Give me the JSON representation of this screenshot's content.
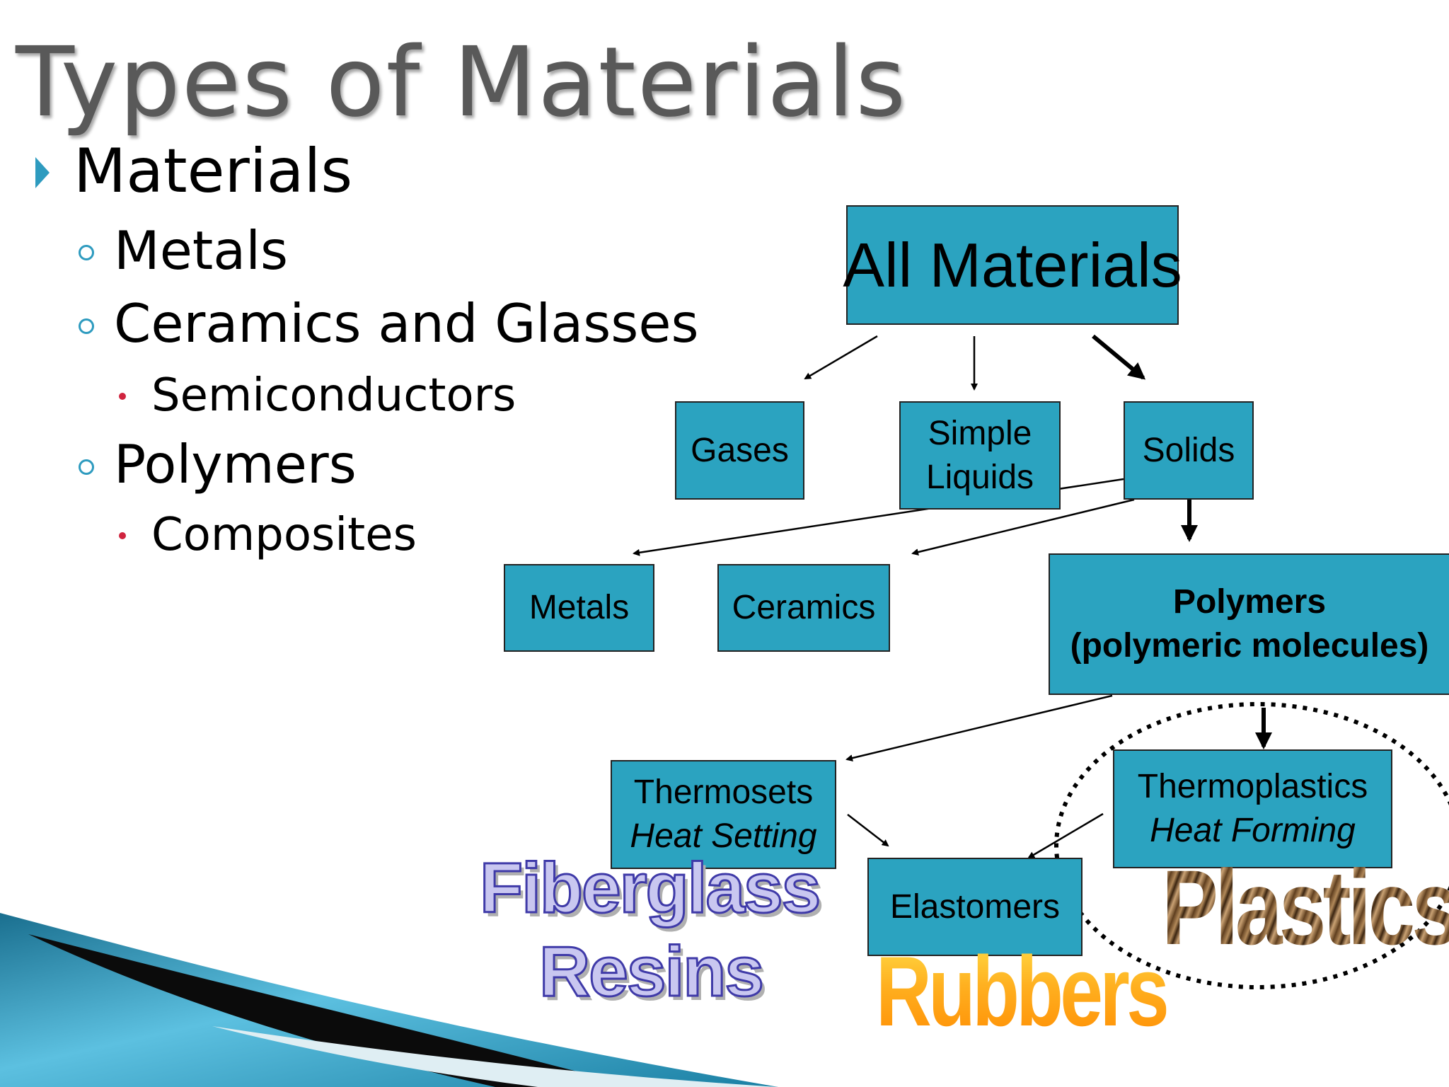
{
  "slide": {
    "title": "Types of Materials",
    "bullets": {
      "materials": "Materials",
      "metals": "Metals",
      "ceramics_glasses": "Ceramics and Glasses",
      "semiconductors": "Semiconductors",
      "polymers": "Polymers",
      "composites": "Composites"
    }
  },
  "diagram": {
    "all_materials": "All Materials",
    "gases": "Gases",
    "simple_liquids_1": "Simple",
    "simple_liquids_2": "Liquids",
    "solids": "Solids",
    "metals": "Metals",
    "ceramics": "Ceramics",
    "polymers_1": "Polymers",
    "polymers_2": "(polymeric molecules)",
    "thermosets_1": "Thermosets",
    "thermosets_2": "Heat Setting",
    "thermoplastics_1": "Thermoplastics",
    "thermoplastics_2": "Heat Forming",
    "elastomers": "Elastomers"
  },
  "wordart": {
    "fiberglass": "Fiberglass",
    "resins": "Resins",
    "rubbers": "Rubbers",
    "plastics": "Plastics"
  },
  "colors": {
    "box_fill": "#2ba3c0",
    "title_text": "#595959",
    "bullet_marker": "#2e9bbf",
    "sub_bullet_marker": "#d0243f"
  }
}
